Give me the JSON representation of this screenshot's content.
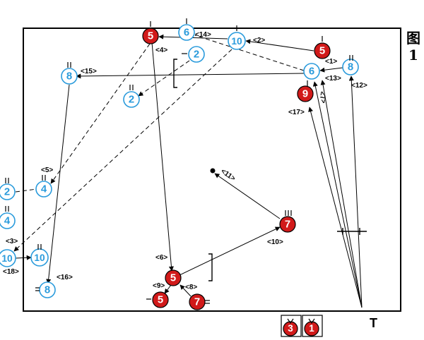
{
  "figure": {
    "label_char": "图",
    "label_num": "1"
  },
  "colors": {
    "red": "#d11a1a",
    "blue": "#2a9bdc",
    "border": "#000000"
  },
  "pieces": [
    {
      "id": "r5_top",
      "num": "5",
      "color": "red"
    },
    {
      "id": "b6_top",
      "num": "6",
      "color": "blue"
    },
    {
      "id": "b10_top",
      "num": "10",
      "color": "blue"
    },
    {
      "id": "r5_right",
      "num": "5",
      "color": "red"
    },
    {
      "id": "b2_upper",
      "num": "2",
      "color": "blue"
    },
    {
      "id": "b8_left",
      "num": "8",
      "color": "blue"
    },
    {
      "id": "b6_right",
      "num": "6",
      "color": "blue"
    },
    {
      "id": "b8_right",
      "num": "8",
      "color": "blue"
    },
    {
      "id": "r9",
      "num": "9",
      "color": "red"
    },
    {
      "id": "b2_mid",
      "num": "2",
      "color": "blue"
    },
    {
      "id": "b4_in",
      "num": "4",
      "color": "blue"
    },
    {
      "id": "b2_out",
      "num": "2",
      "color": "blue"
    },
    {
      "id": "b4_out",
      "num": "4",
      "color": "blue"
    },
    {
      "id": "b10_out",
      "num": "10",
      "color": "blue"
    },
    {
      "id": "b10_in",
      "num": "10",
      "color": "blue"
    },
    {
      "id": "b8_bottom",
      "num": "8",
      "color": "blue"
    },
    {
      "id": "r7_center",
      "num": "7",
      "color": "red"
    },
    {
      "id": "r5_bottom",
      "num": "5",
      "color": "red"
    },
    {
      "id": "r5_low",
      "num": "5",
      "color": "red"
    },
    {
      "id": "r7_low",
      "num": "7",
      "color": "red"
    },
    {
      "id": "r3_legend",
      "num": "3",
      "color": "red"
    },
    {
      "id": "r1_legend",
      "num": "1",
      "color": "red"
    }
  ],
  "move_labels": [
    "<1>",
    "<2>",
    "<3>",
    "<4>",
    "<5>",
    "<6>",
    "<7>",
    "<8>",
    "<9>",
    "<10>",
    "<11>",
    "<12>",
    "<13>",
    "<14>",
    "<15>",
    "<16>",
    "<17>",
    "<18>"
  ],
  "t_label": "T"
}
